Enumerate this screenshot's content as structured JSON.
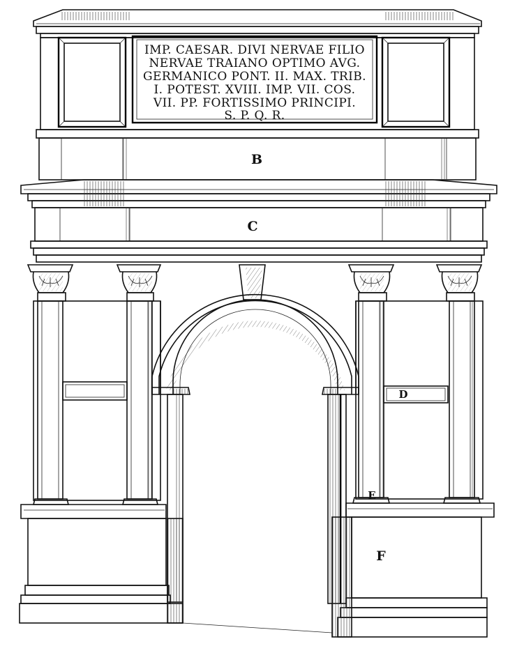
{
  "inscription": {
    "lines": [
      "IMP. CAESAR. DIVI NERVAE FILIO",
      "NERVAE TRAIANO OPTIMO AVG.",
      "GERMANICO PONT. II. MAX. TRIB.",
      "I. POTEST. XVIII. IMP. VII. COS.",
      "VII. PP. FORTISSIMO PRINCIPI.",
      "S.  P.  Q.  R."
    ]
  },
  "labels": {
    "b": "B",
    "c": "C",
    "d": "D",
    "e": "E",
    "f": "F"
  },
  "colors": {
    "ink": "#111111",
    "paper": "#ffffff"
  }
}
